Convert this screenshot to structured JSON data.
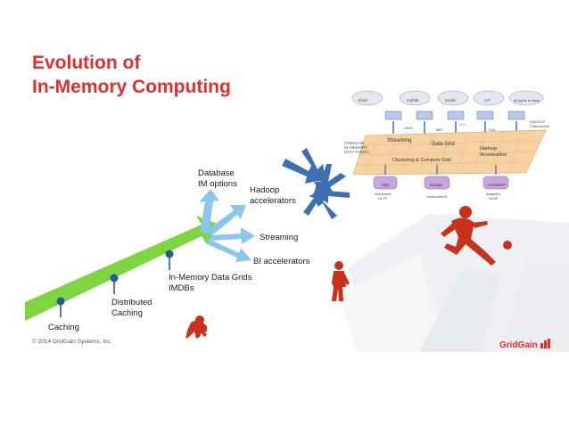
{
  "title": {
    "line1": "Evolution of",
    "line2": "In-Memory Computing"
  },
  "milestones": [
    {
      "label": "Caching"
    },
    {
      "label": "Distributed\nCaching"
    },
    {
      "label": "In-Memory Data Grids\nIMDBs"
    }
  ],
  "branches": [
    {
      "label": "Database\nIM options"
    },
    {
      "label": "Hadoop\naccelerators"
    },
    {
      "label": "Streaming"
    },
    {
      "label": "BI accelerators"
    }
  ],
  "fabric": {
    "side_label": "GRIDGAIN\nIN-MEMORY\nDATA FABRIC",
    "sources": [
      "cloud",
      "mobile",
      "social",
      "IoT",
      "all types of apps"
    ],
    "layers": {
      "top_left": "Streaming",
      "top_mid": "Data Grid",
      "top_right": "Hadoop\nAcceleration",
      "bottom": "Clustering & Compute Grid"
    },
    "api_labels": [
      "JAVA",
      ".NET",
      "C++",
      "SQL",
      "HADOOP\nFrameworks"
    ],
    "stores": [
      {
        "name": "SQL",
        "caption": "Structured\nOLTP"
      },
      {
        "name": "NoSQL",
        "caption": "Unstructured"
      },
      {
        "name": "HADOOP",
        "caption": "Analytics\nOLAP"
      }
    ]
  },
  "footer": {
    "copyright": "© 2014 GridGain Systems, Inc.",
    "logo": "GridGain"
  },
  "colors": {
    "title": "#e02d2d",
    "arrow_green": "#7fd441",
    "pin_blue": "#1f5f8f",
    "branch_light_blue": "#8cc6ea",
    "branch_dark_blue": "#3f6fb3",
    "figure_red": "#c8321c",
    "grid_orange": "#f2c38a",
    "store_purple": "#c9a6de"
  }
}
